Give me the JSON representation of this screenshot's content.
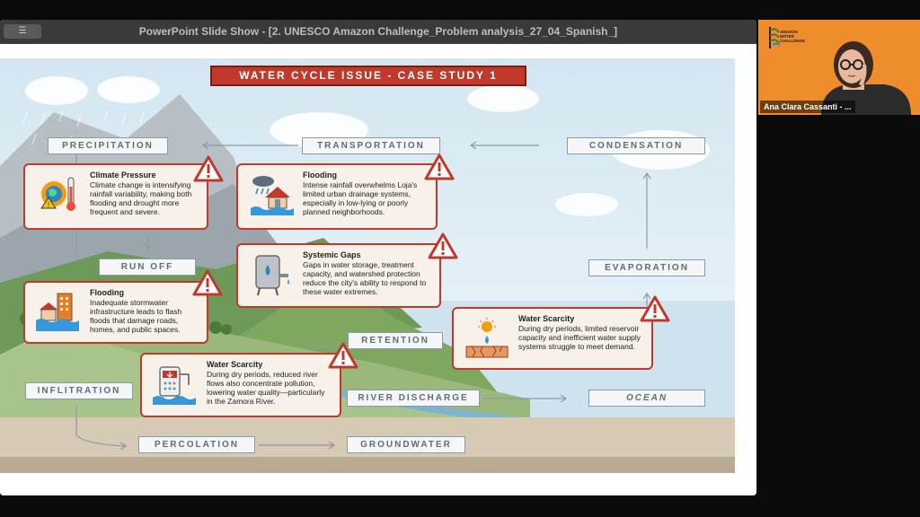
{
  "window": {
    "title": "PowerPoint Slide Show - [2. UNESCO Amazon Challenge_Problem analysis_27_04_Spanish_]",
    "menu_label": "☰"
  },
  "slide": {
    "title": "WATER CYCLE ISSUE - CASE STUDY 1",
    "stages": {
      "precipitation": "PRECIPITATION",
      "transportation": "TRANSPORTATION",
      "condensation": "CONDENSATION",
      "run_off": "RUN OFF",
      "evaporation": "EVAPORATION",
      "retention": "RETENTION",
      "infiltration": "INFLITRATION",
      "river_discharge": "RIVER DISCHARGE",
      "ocean": "OCEAN",
      "percolation": "PERCOLATION",
      "groundwater": "GROUNDWATER"
    },
    "cards": [
      {
        "heading": "Climate Pressure",
        "body": "Climate change is intensifying rainfall variability, making both flooding and drought more frequent and severe.",
        "icon": "climate-thermometer-icon"
      },
      {
        "heading": "Flooding",
        "body": "Intense rainfall overwhelms Loja's limited urban drainage systems, especially in low-lying or poorly planned neighborhoods.",
        "icon": "flooded-house-icon"
      },
      {
        "heading": "Systemic Gaps",
        "body": "Gaps in water storage, treatment capacity, and watershed protection reduce the city's ability to respond to these water extremes.",
        "icon": "water-tank-icon"
      },
      {
        "heading": "Flooding",
        "body": "Inadequate stormwater infrastructure leads to flash floods that damage roads, homes, and public spaces.",
        "icon": "flooded-buildings-icon"
      },
      {
        "heading": "Water Scarcity",
        "body": "During dry periods, limited reservoir capacity and inefficient water supply systems struggle to meet demand.",
        "icon": "dry-cracked-ground-icon"
      },
      {
        "heading": "Water Scarcity",
        "body": "During dry periods, reduced river flows also concentrate pollution, lowering water quality—particularly in the Zamora River.",
        "icon": "water-meter-icon"
      }
    ]
  },
  "video": {
    "participant_name": "Ana Clara Cassanti - ...",
    "logo_text": "AMAZON WATER CHALLENGE",
    "background_color": "#ef8c2b"
  }
}
